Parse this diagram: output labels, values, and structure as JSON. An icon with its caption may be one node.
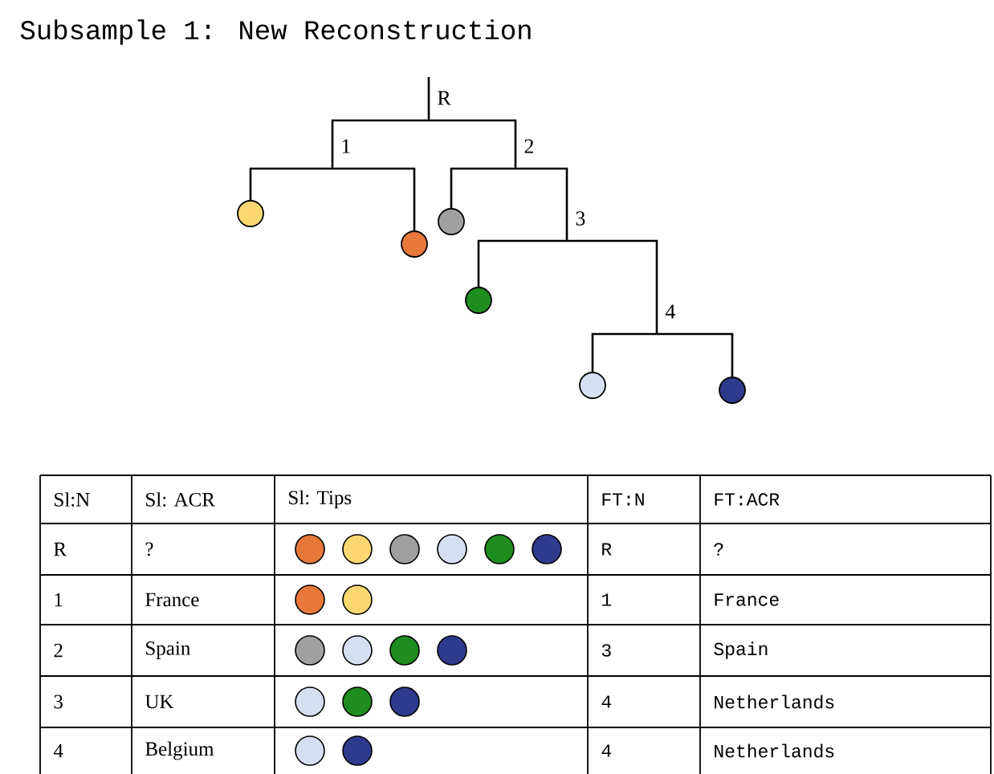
{
  "diagram": {
    "title": "Subsample 1: New Reconstruction",
    "nodes": [
      {
        "text": [
          "R"
        ]
      },
      {
        "text": [
          "1"
        ]
      },
      {
        "text": [
          "2"
        ]
      },
      {
        "text": [],
        "shape": "circle"
      },
      {
        "text": [],
        "shape": "circle"
      },
      {
        "text": [
          "3"
        ]
      },
      {
        "text": [],
        "shape": "circle"
      },
      {
        "text": [],
        "shape": "circle"
      },
      {
        "text": [
          "4"
        ]
      },
      {
        "text": [],
        "shape": "circle"
      },
      {
        "text": [],
        "shape": "circle"
      }
    ],
    "edges": [
      {
        "from": null,
        "to": 0,
        "arrow": "none"
      },
      {
        "from": 0,
        "to": 1,
        "arrow": "none"
      },
      {
        "from": 0,
        "to": 2,
        "arrow": "none"
      },
      {
        "from": 1,
        "to": 3,
        "arrow": "none"
      },
      {
        "from": 1,
        "to": 6,
        "arrow": "none"
      },
      {
        "from": 2,
        "to": 4,
        "arrow": "none"
      },
      {
        "from": 2,
        "to": 5,
        "arrow": "none"
      },
      {
        "from": 5,
        "to": 7,
        "arrow": "none"
      },
      {
        "from": 5,
        "to": 8,
        "arrow": "none"
      },
      {
        "from": 8,
        "to": 9,
        "arrow": "none"
      },
      {
        "from": 8,
        "to": 10,
        "arrow": "none"
      }
    ],
    "labels": [
      "Sl:N",
      "Sl: ACR",
      "Sl: Tips",
      "FT:N",
      "FT:ACR",
      "R",
      "?",
      "R",
      "?",
      "1",
      "France",
      "1",
      "France",
      "2",
      "Spain",
      "3",
      "Spain",
      "3",
      "UK",
      "4",
      "Netherlands",
      "4",
      "Belgium",
      "4",
      "Netherlands"
    ]
  }
}
